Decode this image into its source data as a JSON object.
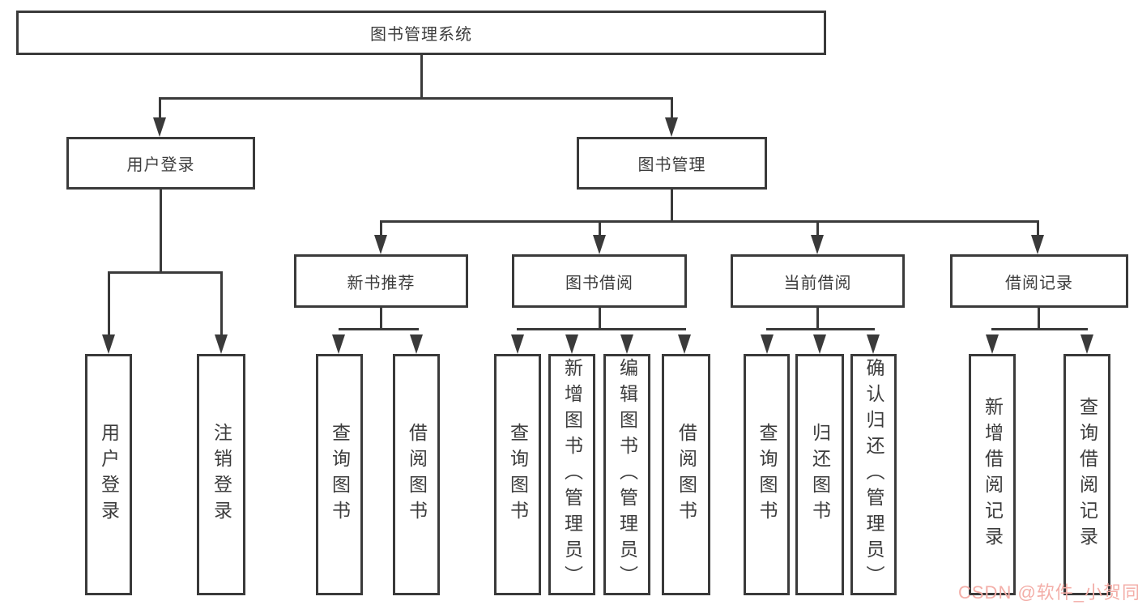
{
  "tree": {
    "label": "图书管理系统",
    "children": [
      {
        "label": "用户登录",
        "children": [
          {
            "label": "用户登录"
          },
          {
            "label": "注销登录"
          }
        ]
      },
      {
        "label": "图书管理",
        "children": [
          {
            "label": "新书推荐",
            "children": [
              {
                "label": "查询图书"
              },
              {
                "label": "借阅图书"
              }
            ]
          },
          {
            "label": "图书借阅",
            "children": [
              {
                "label": "查询图书"
              },
              {
                "label": "新增图书（管理员）"
              },
              {
                "label": "编辑图书（管理员）"
              },
              {
                "label": "借阅图书"
              }
            ]
          },
          {
            "label": "当前借阅",
            "children": [
              {
                "label": "查询图书"
              },
              {
                "label": "归还图书"
              },
              {
                "label": "确认归还（管理员）"
              }
            ]
          },
          {
            "label": "借阅记录",
            "children": [
              {
                "label": "新增借阅记录"
              },
              {
                "label": "查询借阅记录"
              }
            ]
          }
        ]
      }
    ]
  },
  "watermark": {
    "text": "CSDN @软件_小贺同学"
  },
  "colors": {
    "line": "#3a3a3a",
    "text": "#3c3c3c",
    "watermark": "#f3aea8",
    "background": "#ffffff"
  }
}
